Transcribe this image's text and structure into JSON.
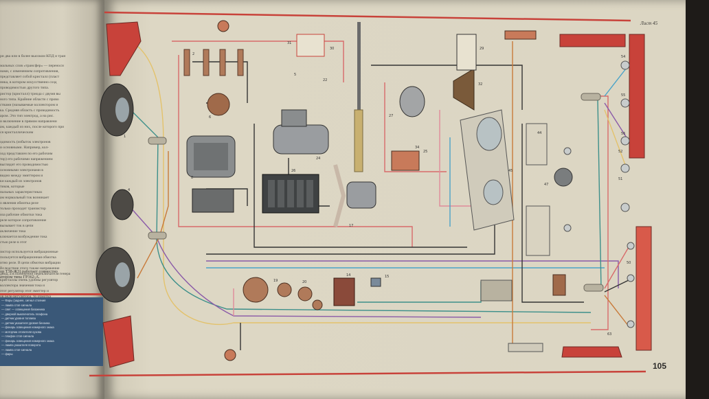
{
  "page": {
    "sheet_label": "Лист 45",
    "page_number": "105"
  },
  "left_page": {
    "body_lines": [
      "ри два или в более высоком КПД и тран",
      "",
      "мальных слов «трансфер» — переноси",
      "нами, с изменением сопротивления,",
      "представляет собой кристалл (пласт",
      "ника, в котором искусственно созд",
      "проводимостью другого типа.",
      "ристор (кристалл) триода с двумя вы",
      "ного типа. Крайние области с прово",
      "ствами (называемые коллектором и",
      "ка. Средняя область с проводимость",
      "аром. Это тип электрод, а на рис.",
      "и включение в прямом направлени",
      "ам, каждый из них, после которого при",
      "ся кристаллическим",
      "",
      "одимость (избыток электронов",
      "и основными. Например, кол-",
      "ход представлен по его рабочим",
      "тор) его рабочими напряжением",
      "выглядит его проводимостью",
      "основными электронами в",
      "видно между эмиттером и",
      "ки каждый из электронов",
      "тиков, которые",
      "нальных характеристиках",
      "ам нормальный ток возникает",
      "о явления обмотка реле",
      "только проходит транзистор",
      "иза рабочие обмотки тока",
      "реле которое сопротивление",
      "вызывает ток в цепи",
      "аключение тока",
      "ключается возбуждение тока",
      "стью реле в этот",
      "",
      "зистор используется вибрационные",
      "пользуется вибрационная обмотка",
      "итно реле. В цепи обмотки вибрации",
      "Вследствие этого также напряжение",
      "диод, а в положении переключателя генера",
      "кристаллы очень удобны регулятор",
      "коллектора значения тока и",
      "этот регулятор этот эмиттер и",
      "ов реле-регулятора, то обмотка",
      "приводит",
      "тежение сопротивление транзисто"
    ],
    "caption_lines": [
      "ор Т38-Ж3) работает совместно",
      "атором типа ГР362-А."
    ],
    "legend_lines": [
      "— Фары (заднее, сигнал стояния",
      "— лампа стоп-сигнала",
      "— свет — освещения багажника",
      "— дверной выключатель плафона",
      "— датчик уровня топлива",
      "— датчик указателя уровня бензина",
      "— фонарь освещения номерного знака",
      "— моторчик отопителя кузова",
      "— плафон стоп-сигнала",
      "— фонарь освещения номерного знака",
      "— лампа указателя поворота",
      "— лампа стоп-сигнала",
      "— фары"
    ]
  },
  "components": {
    "ignition_switch": "30",
    "regulator": "31",
    "fuse_a": "5",
    "relay": "22",
    "wiper_motor": "27",
    "horn": "32",
    "radio": "29",
    "fuse_box": "25",
    "wiper_switch": "34",
    "instrument_panel": "45",
    "clock": "44",
    "starter": "24",
    "battery": "26",
    "generator": "8",
    "spark_plugs": "2",
    "distributor": "6",
    "headlamp": "1",
    "side_lamp": "4",
    "tail_lamp": "50",
    "stop_lamp": "63",
    "number_plate_lamp": "47",
    "heater_motor": "17",
    "coil": "19",
    "oil_sensor": "20",
    "temp_sensor": "14",
    "fuel_sensor": "15",
    "rear_light_a": "54",
    "rear_light_b": "55",
    "rear_light_c": "56",
    "rear_light_d": "52",
    "rear_light_e": "51"
  }
}
